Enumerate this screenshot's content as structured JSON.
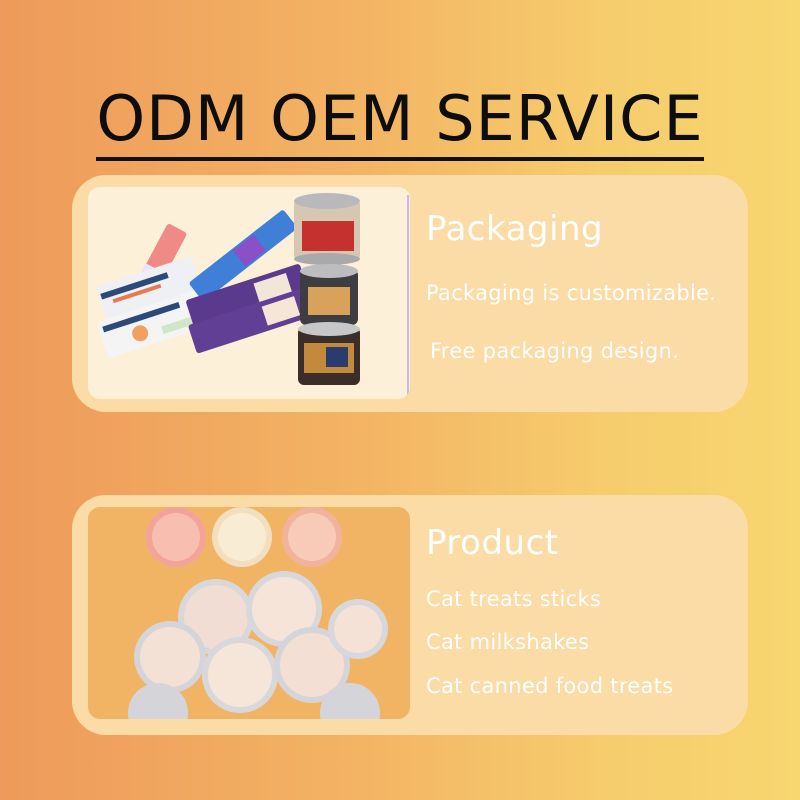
{
  "title": "ODM OEM SERVICE",
  "cards": {
    "packaging": {
      "heading": "Packaging",
      "lines": [
        "Packaging is customizable.",
        "Free packaging design."
      ],
      "image": "pet-food-packaging-photo"
    },
    "product": {
      "heading": "Product",
      "lines": [
        "Cat treats sticks",
        "Cat milkshakes",
        "Cat canned food treats"
      ],
      "image": "cat-food-products-photo"
    }
  },
  "colors": {
    "card": "#fbdca6",
    "text": "#ffffff",
    "gradient_left": "#ee9a5a",
    "gradient_right": "#f8d670"
  }
}
